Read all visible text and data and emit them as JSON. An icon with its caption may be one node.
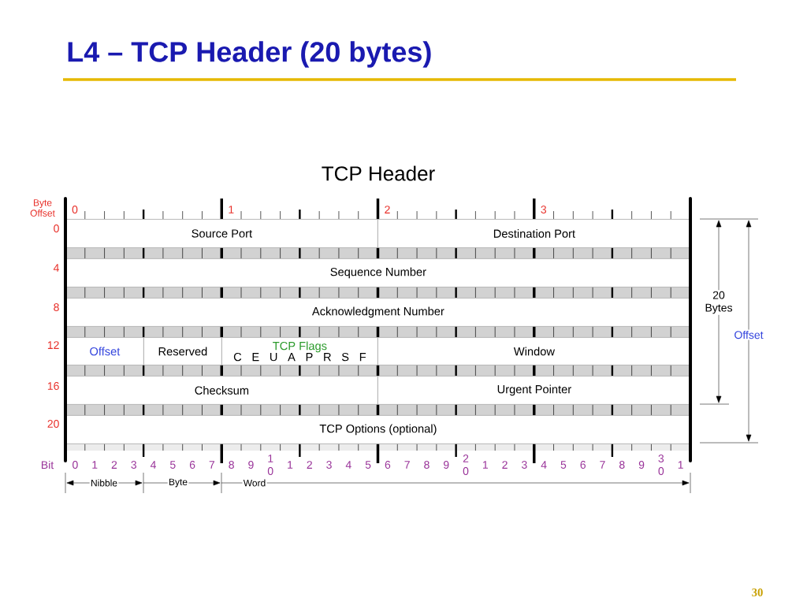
{
  "diagram": {
    "title": "L4 – TCP Header (20 bytes)",
    "nodes": [
      {
        "text": [
          "Source Port"
        ]
      },
      {
        "text": [
          "Destination Port"
        ]
      },
      {
        "text": [
          "Sequence Number"
        ]
      },
      {
        "text": [
          "Acknowledgment Number"
        ]
      },
      {
        "text": [
          "Offset"
        ]
      },
      {
        "text": [
          "Reserved"
        ]
      },
      {
        "text": [
          "TCP Flags",
          "C E U A P R S F"
        ]
      },
      {
        "text": [
          "Window"
        ]
      },
      {
        "text": [
          "Checksum"
        ]
      },
      {
        "text": [
          "Urgent Pointer"
        ]
      },
      {
        "text": [
          "TCP Options (optional)"
        ]
      }
    ],
    "labels": [
      "TCP Header",
      "Byte Offset",
      "0",
      "1",
      "2",
      "3",
      "0",
      "4",
      "8",
      "12",
      "16",
      "20",
      "20 Bytes",
      "Offset",
      "Bit",
      "0",
      "1",
      "2",
      "3",
      "4",
      "5",
      "6",
      "7",
      "8",
      "9",
      "1 0",
      "1",
      "2",
      "3",
      "4",
      "5",
      "6",
      "7",
      "8",
      "9",
      "2 0",
      "1",
      "2",
      "3",
      "4",
      "5",
      "6",
      "7",
      "8",
      "9",
      "3 0",
      "1",
      "Nibble",
      "Byte",
      "Word",
      "30"
    ]
  }
}
